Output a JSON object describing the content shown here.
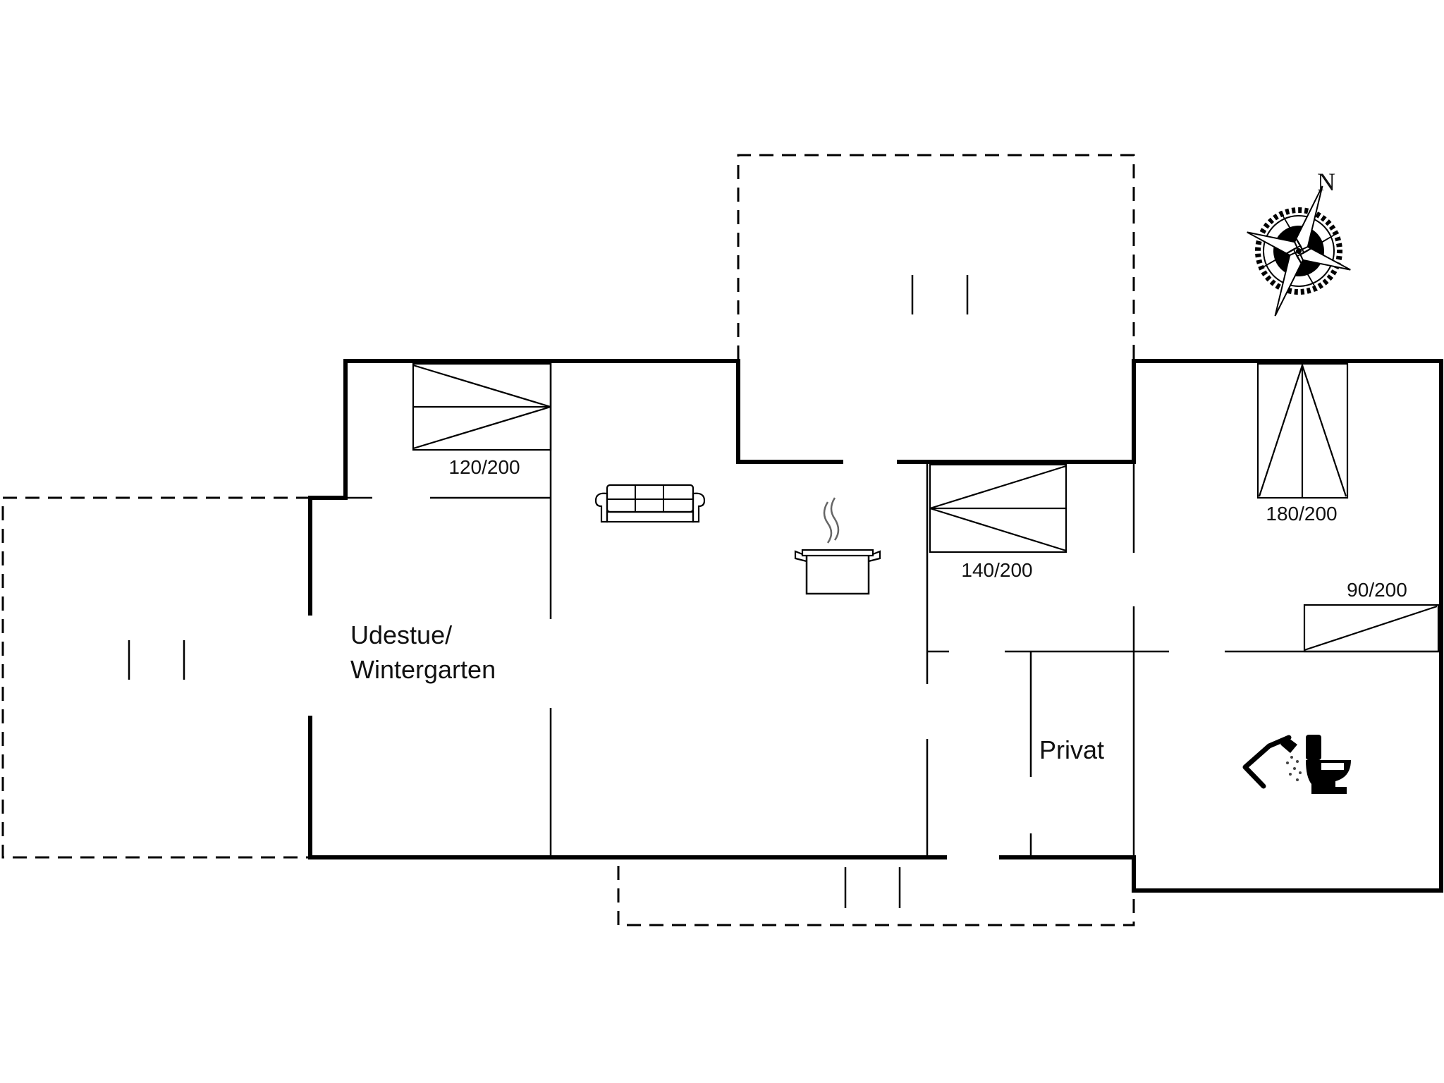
{
  "floorplan": {
    "compass": {
      "label": "N",
      "icon": "compass-rose-icon"
    },
    "rooms": [
      {
        "id": "udestue",
        "label_lines": [
          "Udestue/",
          "Wintergarten"
        ]
      },
      {
        "id": "privat",
        "label": "Privat"
      }
    ],
    "beds": [
      {
        "id": "bed-left",
        "label": "120/200"
      },
      {
        "id": "bed-middle",
        "label": "140/200"
      },
      {
        "id": "bed-right-top",
        "label": "180/200"
      },
      {
        "id": "bed-right-small",
        "label": "90/200"
      }
    ],
    "icons": {
      "sofa": "sofa-icon",
      "kitchen": "cooking-pot-icon",
      "shower": "shower-icon",
      "toilet": "toilet-icon"
    },
    "colors": {
      "lines": "#000000",
      "background": "#ffffff"
    }
  }
}
